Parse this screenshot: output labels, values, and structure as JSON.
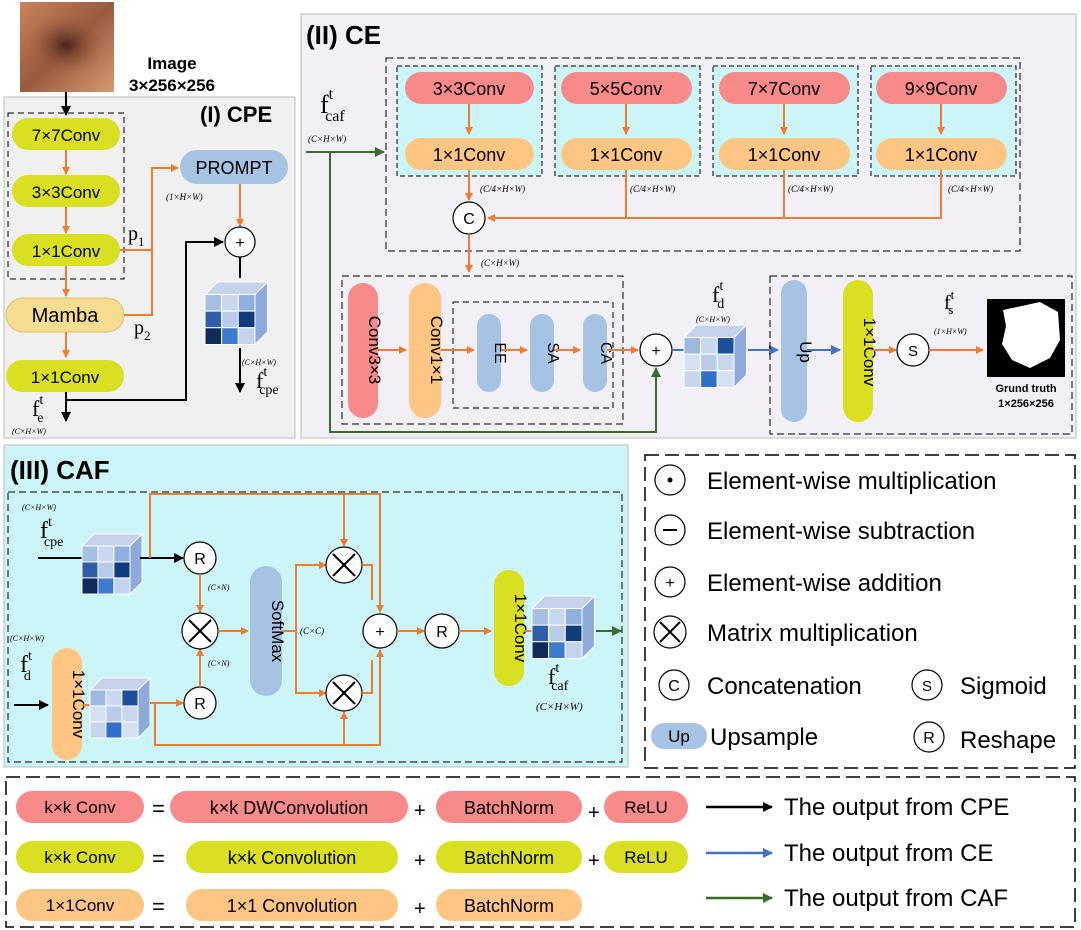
{
  "input": {
    "title": "Image",
    "dims": "3×256×256"
  },
  "cpe": {
    "title": "(I) CPE",
    "conv7": "7×7Conv",
    "conv3": "3×3Conv",
    "conv1": "1×1Conv",
    "mamba": "Mamba",
    "conv1b": "1×1Conv",
    "prompt": "PROMPT",
    "p1": "p",
    "p1_sub": "1",
    "p2": "p",
    "p2_sub": "2",
    "prompt_dim": "(1×H×W)",
    "plus": "+",
    "fcpe": "f",
    "fcpe_sup": "t",
    "fcpe_sub": "cpe",
    "fcpe_dim": "(C×H×W)",
    "fe": "f",
    "fe_sup": "t",
    "fe_sub": "e",
    "fe_dim": "(C×H×W)"
  },
  "ce": {
    "title": "(II) CE",
    "fcaf": "f",
    "fcaf_sup": "t",
    "fcaf_sub": "caf",
    "fcaf_dim": "(C×H×W)",
    "branches": [
      {
        "top": "3×3Conv",
        "bottom": "1×1Conv",
        "dim": "(C/4×H×W)"
      },
      {
        "top": "5×5Conv",
        "bottom": "1×1Conv",
        "dim": "(C/4×H×W)"
      },
      {
        "top": "7×7Conv",
        "bottom": "1×1Conv",
        "dim": "(C/4×H×W)"
      },
      {
        "top": "9×9Conv",
        "bottom": "1×1Conv",
        "dim": "(C/4×H×W)"
      }
    ],
    "concat": "C",
    "concat_dim": "(C×H×W)",
    "conv3x3": "Conv3×3",
    "conv1x1": "Conv1×1",
    "ee": "EE",
    "sa": "SA",
    "ca": "CA",
    "plus": "+",
    "fd": "f",
    "fd_sup": "t",
    "fd_sub": "d",
    "fd_dim": "(C×H×W)",
    "up": "Up",
    "conv1x1b": "1×1Conv",
    "sig": "S",
    "fs": "f",
    "fs_sup": "t",
    "fs_sub": "s",
    "fs_dim": "(1×H×W)",
    "gt_title": "Grund truth",
    "gt_dims": "1×256×256"
  },
  "caf": {
    "title": "(III) CAF",
    "fcpe": "f",
    "fcpe_sup": "t",
    "fcpe_sub": "cpe",
    "fcpe_dim": "(C×H×W)",
    "fd": "f",
    "fd_sup": "t",
    "fd_sub": "d",
    "fd_dim": "(C×H×W)",
    "conv1x1": "1×1Conv",
    "r": "R",
    "x": "×",
    "cn_dim": "(C×N)",
    "softmax": "SoftMax",
    "cc_dim": "(C×C)",
    "plus": "+",
    "conv1x1b": "1×1Conv",
    "fcaf": "f",
    "fcaf_sup": "t",
    "fcaf_sub": "caf",
    "fcaf_dim": "(C×H×W)"
  },
  "legend": {
    "mult": "Element-wise multiplication",
    "sub": "Element-wise subtraction",
    "add": "Element-wise addition",
    "matmul": "Matrix multiplication",
    "concat": "Concatenation",
    "sigmoid": "Sigmoid",
    "upsample": "Upsample",
    "reshape": "Reshape",
    "sym_mult": "•",
    "sym_sub": "−",
    "sym_add": "+",
    "sym_c": "C",
    "sym_s": "S",
    "sym_up": "Up",
    "sym_r": "R"
  },
  "bottom_legend": {
    "rows": [
      {
        "left": "k×k Conv",
        "eq": "=",
        "a": "k×k DWConvolution",
        "p1": "+",
        "b": "BatchNorm",
        "p2": "+",
        "c": "ReLU"
      },
      {
        "left": "k×k Conv",
        "eq": "=",
        "a": "k×k Convolution",
        "p1": "+",
        "b": "BatchNorm",
        "p2": "+",
        "c": "ReLU"
      },
      {
        "left": "1×1Conv",
        "eq": "=",
        "a": "1×1 Convolution",
        "p1": "+",
        "b": "BatchNorm"
      }
    ],
    "out_cpe": "The output from CPE",
    "out_ce": "The output from CE",
    "out_caf": "The output from CAF"
  },
  "colors": {
    "yellow": "#d9e021",
    "orange": "#ffc582",
    "pink": "#f98a8a",
    "blue": "#a6c3e4",
    "cyan": "#ccf5f8",
    "panel_gray": "#f0f0f0",
    "panel_lav": "#f3eff7",
    "mamba": "#f6dc8e",
    "arrow_orange": "#ed7d31",
    "arrow_blue": "#4472c4",
    "arrow_green": "#3b6b28"
  }
}
